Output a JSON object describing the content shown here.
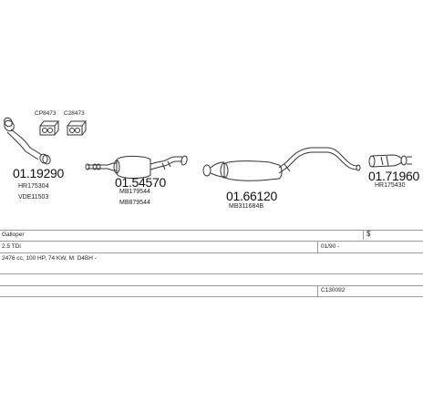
{
  "parts": [
    {
      "number": "01.19290",
      "refs": [
        "HR175304",
        "VDE11503"
      ]
    },
    {
      "number": "01.54570",
      "refs": [
        "MB179544",
        "MB879544"
      ]
    },
    {
      "number": "01.66120",
      "refs": [
        "MB311684B"
      ]
    },
    {
      "number": "01.71960",
      "refs": [
        "HR175430"
      ]
    }
  ],
  "kits": [
    {
      "label": "CP8473"
    },
    {
      "label": "C28473"
    }
  ],
  "vehicle": {
    "model": "Galloper",
    "engine": "2.5 TDi",
    "date": "01/90 -",
    "spec": "2476 cc, 100 HP, 74 KW, M: D4BH -",
    "code": "C130092",
    "marker": "$"
  }
}
